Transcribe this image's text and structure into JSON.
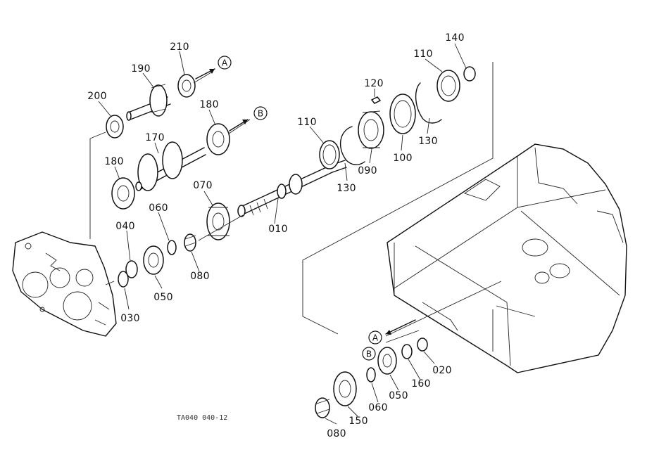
{
  "figure_id": "TA040 040-12",
  "ref_markers": [
    "A",
    "B"
  ],
  "labels": {
    "p210": "210",
    "p190": "190",
    "p200": "200",
    "p180a": "180",
    "p170": "170",
    "p180b": "180",
    "p140": "140",
    "p110a": "110",
    "p120": "120",
    "p110b": "110",
    "p090": "090",
    "p100": "100",
    "p130a": "130",
    "p130b": "130",
    "p070": "070",
    "p060a": "060",
    "p040": "040",
    "p010": "010",
    "p080a": "080",
    "p050a": "050",
    "p030": "030",
    "p020": "020",
    "p160": "160",
    "p050b": "050",
    "p060b": "060",
    "p150": "150",
    "p080b": "080"
  }
}
